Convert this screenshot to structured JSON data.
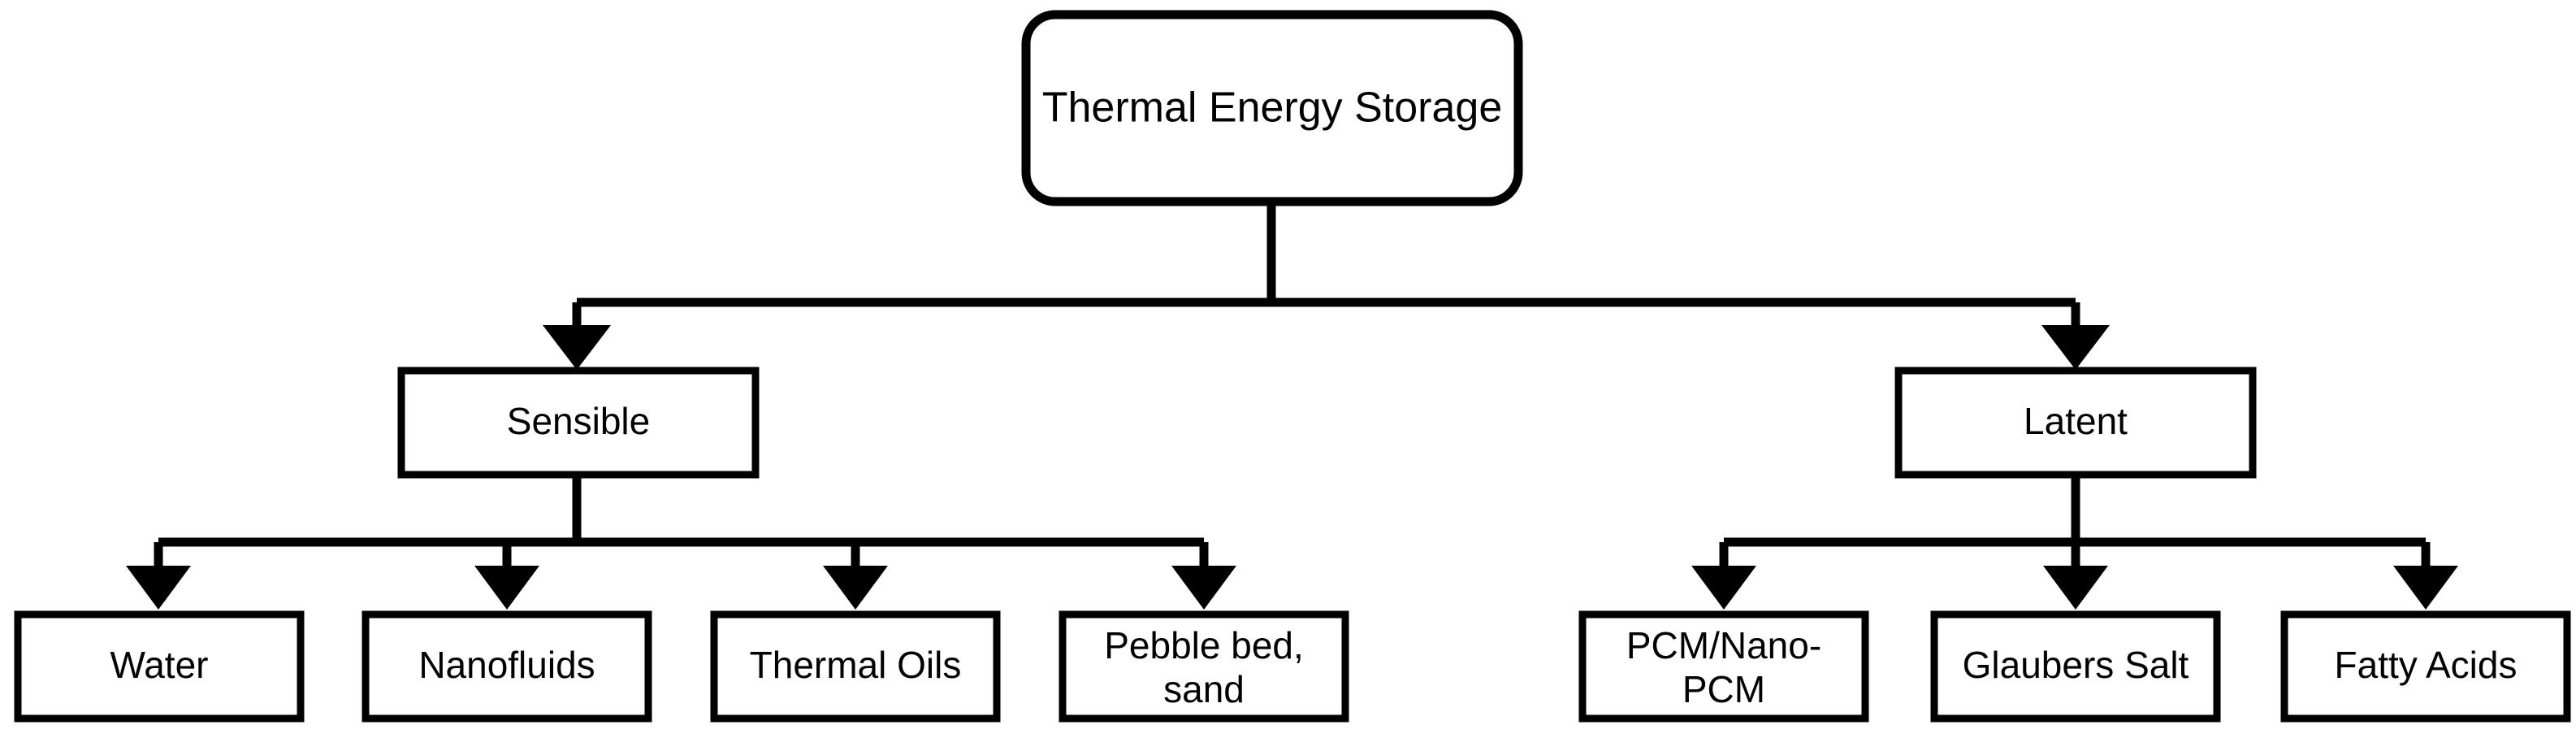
{
  "diagram": {
    "type": "tree-hierarchy",
    "title": "Thermal Energy Storage classification tree",
    "colors": {
      "background": "#ffffff",
      "stroke": "#000000",
      "node_fill": "#ffffff",
      "text": "#000000"
    },
    "root": {
      "id": "thermal-energy-storage",
      "label": "Thermal Energy Storage",
      "shape": "rounded-rectangle"
    },
    "level2": [
      {
        "id": "sensible",
        "label": "Sensible",
        "shape": "rectangle"
      },
      {
        "id": "latent",
        "label": "Latent",
        "shape": "rectangle"
      }
    ],
    "level3": {
      "sensible_children": [
        {
          "id": "water",
          "label": "Water",
          "line1": "Water",
          "line2": "",
          "shape": "rectangle"
        },
        {
          "id": "nanofluids",
          "label": "Nanofluids",
          "line1": "Nanofluids",
          "line2": "",
          "shape": "rectangle"
        },
        {
          "id": "thermal-oils",
          "label": "Thermal Oils",
          "line1": "Thermal Oils",
          "line2": "",
          "shape": "rectangle"
        },
        {
          "id": "pebble-bed-sand",
          "label": "Pebble bed, sand",
          "line1": "Pebble bed,",
          "line2": "sand",
          "shape": "rectangle"
        }
      ],
      "latent_children": [
        {
          "id": "pcm-nano-pcm",
          "label": "PCM/Nano-PCM",
          "line1": "PCM/Nano-",
          "line2": "PCM",
          "shape": "rectangle"
        },
        {
          "id": "glaubers-salt",
          "label": "Glaubers Salt",
          "line1": "Glaubers Salt",
          "line2": "",
          "shape": "rectangle"
        },
        {
          "id": "fatty-acids",
          "label": "Fatty Acids",
          "line1": "Fatty Acids",
          "line2": "",
          "shape": "rectangle"
        }
      ]
    },
    "edges": [
      {
        "from": "thermal-energy-storage",
        "to": "sensible",
        "arrow": true
      },
      {
        "from": "thermal-energy-storage",
        "to": "latent",
        "arrow": true
      },
      {
        "from": "sensible",
        "to": "water",
        "arrow": true
      },
      {
        "from": "sensible",
        "to": "nanofluids",
        "arrow": true
      },
      {
        "from": "sensible",
        "to": "thermal-oils",
        "arrow": true
      },
      {
        "from": "sensible",
        "to": "pebble-bed-sand",
        "arrow": true
      },
      {
        "from": "latent",
        "to": "pcm-nano-pcm",
        "arrow": true
      },
      {
        "from": "latent",
        "to": "glaubers-salt",
        "arrow": true
      },
      {
        "from": "latent",
        "to": "fatty-acids",
        "arrow": true
      }
    ]
  }
}
